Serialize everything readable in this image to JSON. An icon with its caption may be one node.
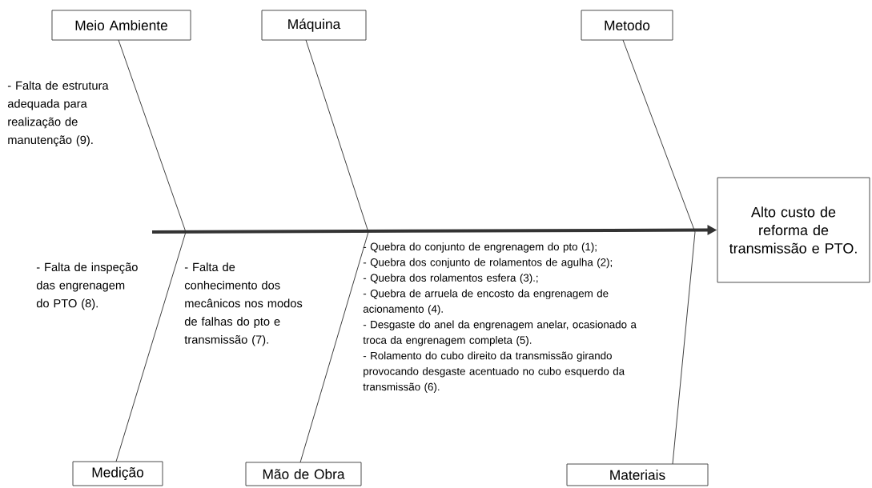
{
  "diagram": {
    "nodes": [
      {
        "text": [
          "Meio Ambiente"
        ]
      },
      {
        "text": [
          "Máquina"
        ]
      },
      {
        "text": [
          "Metodo"
        ]
      },
      {
        "text": [
          "Alto custo de reforma de transmissão e PTO."
        ]
      },
      {
        "text": [
          "Medição"
        ]
      },
      {
        "text": [
          "Mão de Obra"
        ]
      },
      {
        "text": [
          "Materiais"
        ]
      }
    ],
    "edges": [
      {
        "from": null,
        "to": 3,
        "arrow": "to",
        "style": "thick"
      },
      {
        "from": 0,
        "to": null,
        "arrow": "none"
      },
      {
        "from": 1,
        "to": null,
        "arrow": "none"
      },
      {
        "from": 2,
        "to": null,
        "arrow": "none"
      },
      {
        "from": 4,
        "to": null,
        "arrow": "none"
      },
      {
        "from": 5,
        "to": null,
        "arrow": "none"
      },
      {
        "from": 6,
        "to": null,
        "arrow": "none"
      }
    ],
    "labels": [
      "- Falta de estrutura adequada para realização de manutenção (9).",
      "- Falta de inspeção das engrenagem do PTO (8).",
      "- Falta de conhecimento dos mecânicos nos modos de falhas do pto e transmissão (7).",
      "- Quebra do conjunto de engrenagem do pto (1);",
      "- Quebra dos conjunto de rolamentos de agulha (2);",
      "- Quebra dos rolamentos esfera (3).;",
      "- Quebra de arruela de encosto da engrenagem de acionamento (4).",
      "- Desgaste do anel da engrenagem anelar, ocasionado a troca da engrenagem completa (5).",
      "- Rolamento do cubo direito da transmissão girando provocando desgaste acentuado no cubo esquerdo da transmissão (6)."
    ]
  }
}
